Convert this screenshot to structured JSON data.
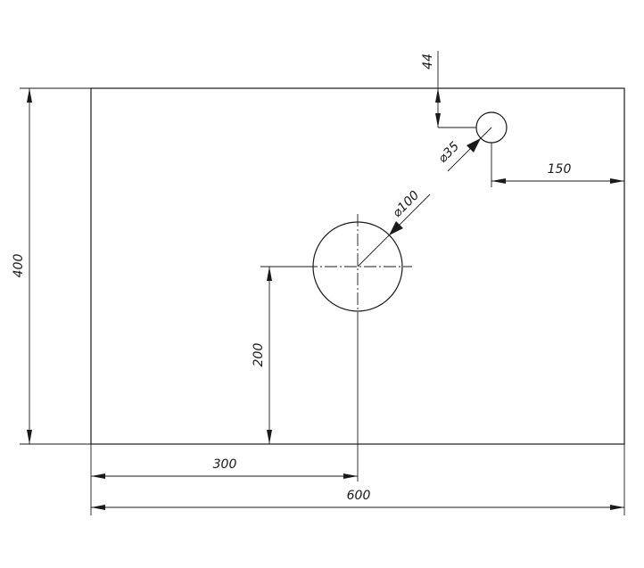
{
  "drawing": {
    "part": "rectangular plate with two holes",
    "dimensions": {
      "overall_width": "600",
      "left_segment": "300",
      "overall_height": "400",
      "large_hole_height": "200",
      "small_hole_top_offset": "44",
      "small_hole_right_offset": "150",
      "large_hole_diameter": "⌀100",
      "small_hole_diameter": "⌀35"
    },
    "colors": {
      "line": "#1a1a1a",
      "background": "#ffffff"
    }
  }
}
